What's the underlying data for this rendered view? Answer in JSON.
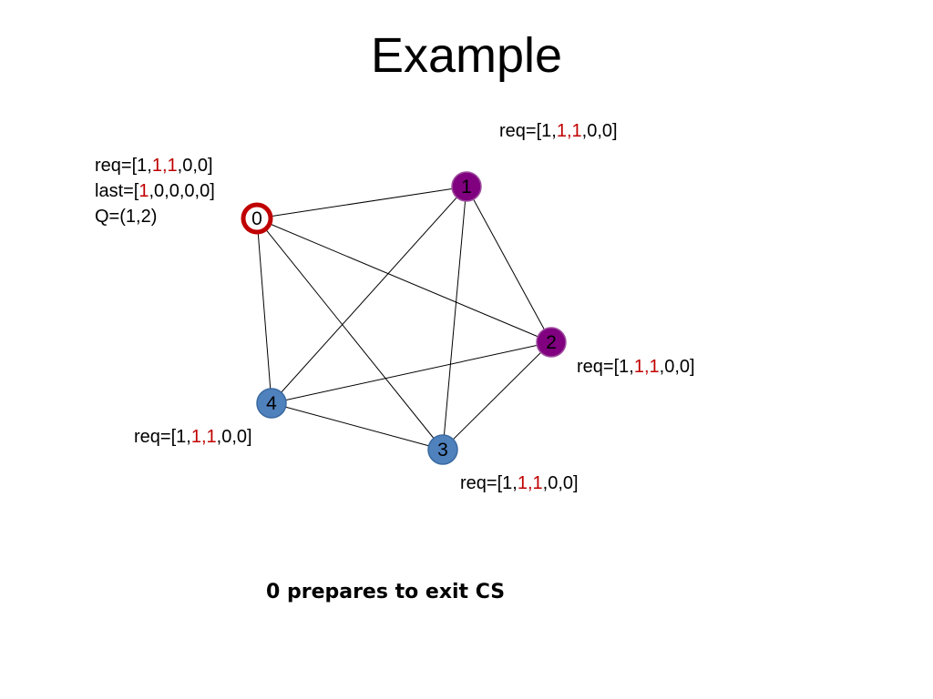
{
  "title": "Example",
  "caption": "0 prepares to exit CS",
  "colors": {
    "highlight": "#c00000",
    "purple": "#800080",
    "blue": "#4f81bd",
    "edge": "#000000"
  },
  "nodes": [
    {
      "id": "0",
      "label": "0",
      "style": "ring",
      "fill": "#ffffff",
      "stroke": "#c00000"
    },
    {
      "id": "1",
      "label": "1",
      "style": "filled",
      "fill": "#800080",
      "stroke": "#a050a0"
    },
    {
      "id": "2",
      "label": "2",
      "style": "filled",
      "fill": "#800080",
      "stroke": "#a050a0"
    },
    {
      "id": "3",
      "label": "3",
      "style": "filled",
      "fill": "#4f81bd",
      "stroke": "#3a6aa0"
    },
    {
      "id": "4",
      "label": "4",
      "style": "filled",
      "fill": "#4f81bd",
      "stroke": "#3a6aa0"
    }
  ],
  "edges": [
    [
      "0",
      "1"
    ],
    [
      "0",
      "2"
    ],
    [
      "0",
      "3"
    ],
    [
      "0",
      "4"
    ],
    [
      "1",
      "2"
    ],
    [
      "1",
      "3"
    ],
    [
      "1",
      "4"
    ],
    [
      "2",
      "3"
    ],
    [
      "2",
      "4"
    ],
    [
      "3",
      "4"
    ]
  ],
  "annotations": {
    "node0": {
      "req": {
        "prefix": "req=[1,",
        "hl": "1,1",
        "suffix": ",0,0]"
      },
      "last": {
        "prefix": "last=[",
        "hl": "1",
        "suffix": ",0,0,0,0]"
      },
      "q": "Q=(1,2)"
    },
    "node1": {
      "prefix": "req=[1,",
      "hl": "1,1",
      "suffix": ",0,0]"
    },
    "node2": {
      "prefix": "req=[1,",
      "hl": "1,1",
      "suffix": ",0,0]"
    },
    "node3": {
      "prefix": "req=[1,",
      "hl": "1,1",
      "suffix": ",0,0]"
    },
    "node4": {
      "prefix": "req=[1,",
      "hl": "1,1",
      "suffix": ",0,0]"
    }
  }
}
